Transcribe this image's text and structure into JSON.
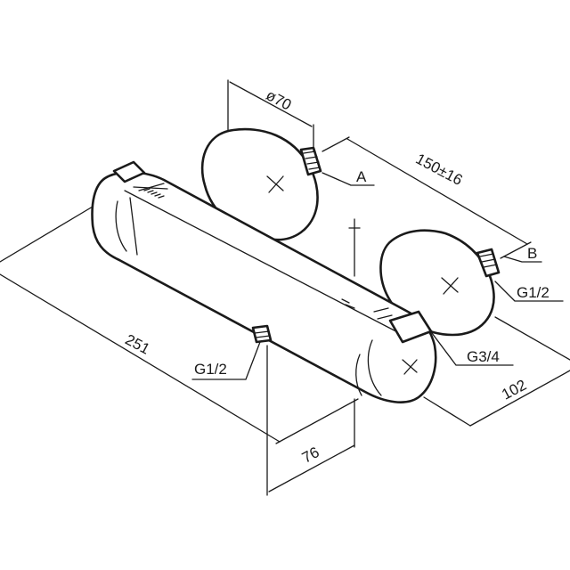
{
  "dimensions": {
    "diameter": "ø70",
    "distance": "150±16",
    "length": "251",
    "height": "76",
    "depth": "102"
  },
  "callouts": {
    "a": "A",
    "b": "B",
    "outlet_thread": "G1/2",
    "inlet_thread": "G1/2",
    "connection_thread": "G3/4"
  },
  "colors": {
    "line": "#1a1a1a",
    "background": "#ffffff"
  }
}
